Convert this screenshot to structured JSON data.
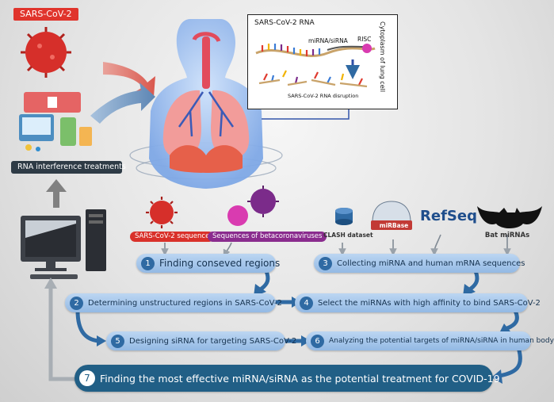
{
  "top_left": {
    "virus_label": "SARS-CoV-2",
    "treatment_label": "RNA interference treatments"
  },
  "rna_box": {
    "title": "SARS-CoV-2 RNA",
    "mirna_label": "miRNA/siRNA",
    "risc_label": "RISC",
    "disruption_label": "SARS-CoV-2 RNA disruption",
    "side_label": "Cytoplasm of lung cell"
  },
  "sources": {
    "virus_seq": "SARS-CoV-2 sequence",
    "beta_seq": "Sequences of betacoronaviruses",
    "clash": "CLASH dataset",
    "mirbase": "miRBase",
    "refseq": "RefSeq",
    "bat": "Bat miRNAs"
  },
  "steps": [
    {
      "num": "1",
      "label": "Finding conseved regions"
    },
    {
      "num": "2",
      "label": "Determining unstructured regions in SARS-CoV-2"
    },
    {
      "num": "3",
      "label": "Collecting miRNA and human mRNA sequences"
    },
    {
      "num": "4",
      "label": "Select the miRNAs with high affinity to bind SARS-CoV-2"
    },
    {
      "num": "5",
      "label": "Designing siRNA for targeting SARS-CoV-2"
    },
    {
      "num": "6",
      "label": "Analyzing the potential targets of miRNA/siRNA in human body"
    },
    {
      "num": "7",
      "label": "Finding the most effective miRNA/siRNA as the potential treatment for COVID-19"
    }
  ],
  "colors": {
    "step_fill": "#a9c8ec",
    "final_fill": "#215f86",
    "arrow": "#2f6aa3",
    "virus_red": "#d62f2a",
    "beta_purple": "#9a2c92"
  }
}
